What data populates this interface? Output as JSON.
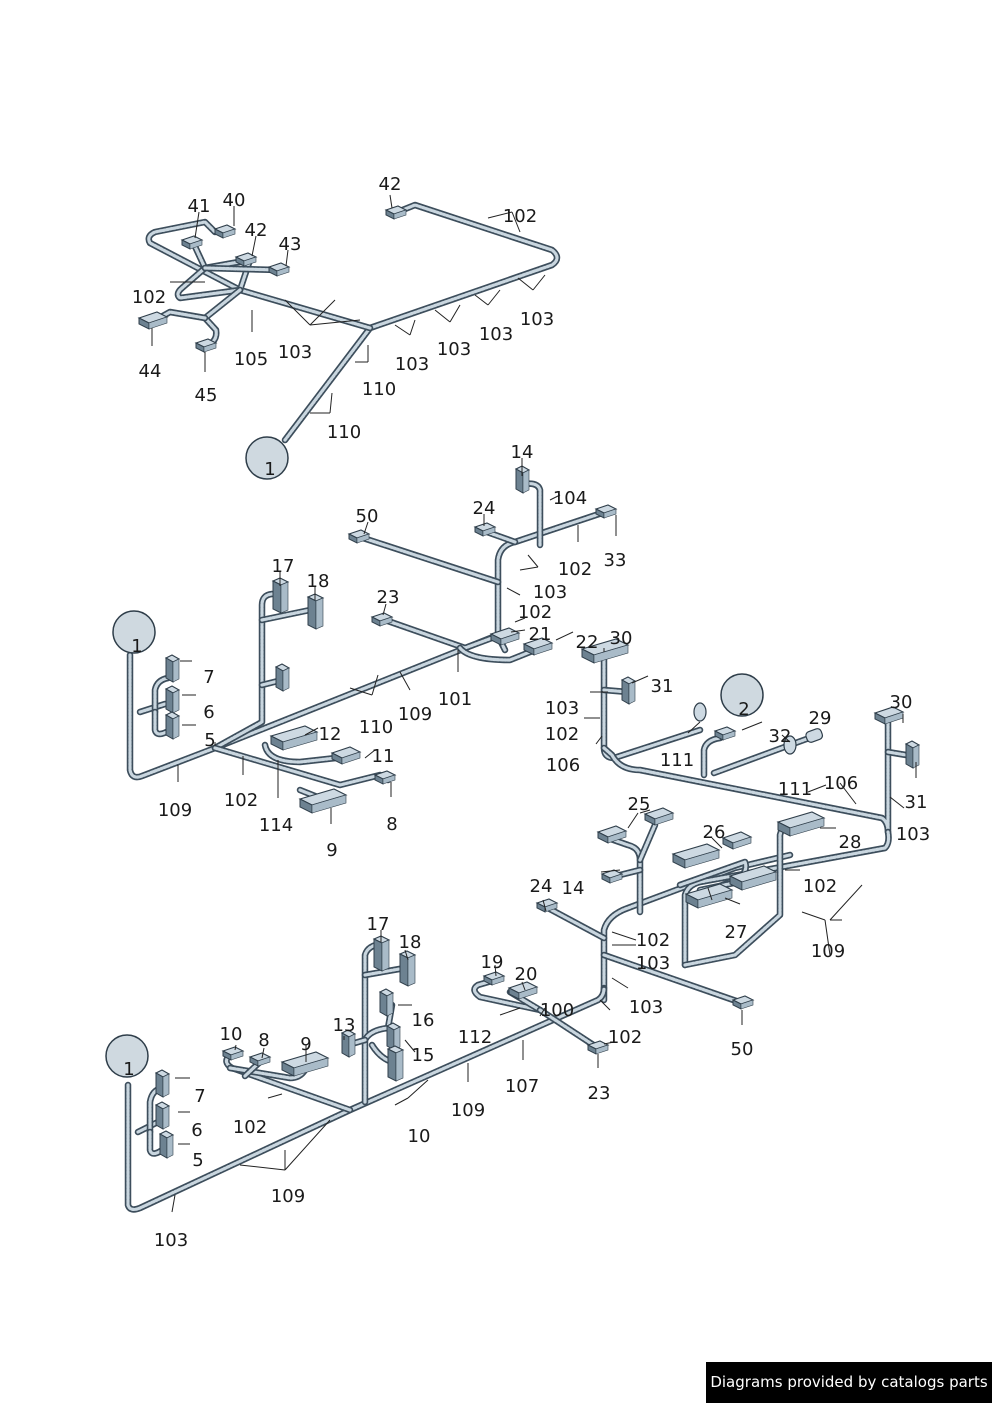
{
  "footer": "Diagrams provided by catalogs parts",
  "callouts": [
    "41",
    "40",
    "42",
    "43",
    "102",
    "44",
    "45",
    "105",
    "103",
    "42",
    "102",
    "103",
    "103",
    "103",
    "103",
    "110",
    "110",
    "1",
    "14",
    "104",
    "24",
    "33",
    "50",
    "102",
    "103",
    "102",
    "17",
    "18",
    "23",
    "21",
    "22",
    "1",
    "7",
    "6",
    "5",
    "12",
    "110",
    "109",
    "101",
    "11",
    "109",
    "102",
    "114",
    "8",
    "9",
    "30",
    "31",
    "2",
    "103",
    "102",
    "106",
    "111",
    "32",
    "29",
    "106",
    "111",
    "30",
    "31",
    "103",
    "25",
    "26",
    "28",
    "24",
    "14",
    "102",
    "27",
    "102",
    "103",
    "109",
    "103",
    "50",
    "17",
    "18",
    "16",
    "15",
    "13",
    "10",
    "8",
    "9",
    "19",
    "20",
    "100",
    "112",
    "102",
    "1",
    "7",
    "6",
    "5",
    "102",
    "107",
    "23",
    "109",
    "10",
    "109",
    "103"
  ]
}
